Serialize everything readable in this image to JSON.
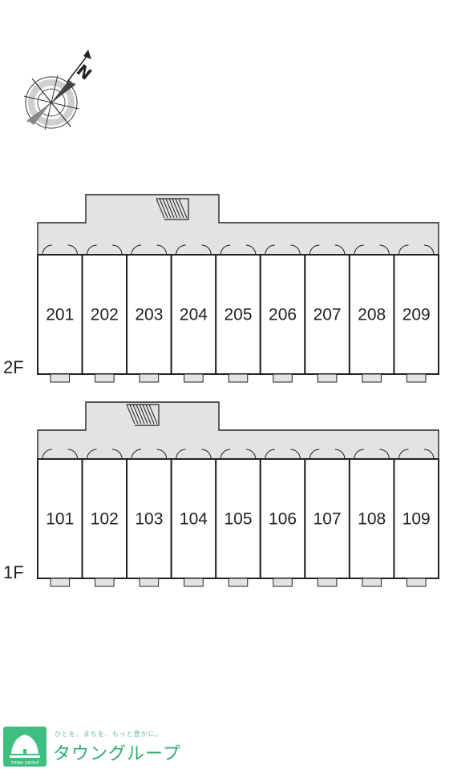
{
  "compass": {
    "north_letter": "N",
    "icon": "compass-rose-icon"
  },
  "floors": [
    {
      "label": "2F",
      "rooms": [
        "201",
        "202",
        "203",
        "204",
        "205",
        "206",
        "207",
        "208",
        "209"
      ]
    },
    {
      "label": "1F",
      "rooms": [
        "101",
        "102",
        "103",
        "104",
        "105",
        "106",
        "107",
        "108",
        "109"
      ]
    }
  ],
  "footer": {
    "tagline": "ひとを、まちを、もっと豊かに。",
    "brand": "タウングループ",
    "logo_text": "TOWN GROUP",
    "brand_color": "#2fae6c"
  },
  "colors": {
    "corridor": "#e3e3e3",
    "walls": "#222222",
    "background": "#ffffff"
  }
}
